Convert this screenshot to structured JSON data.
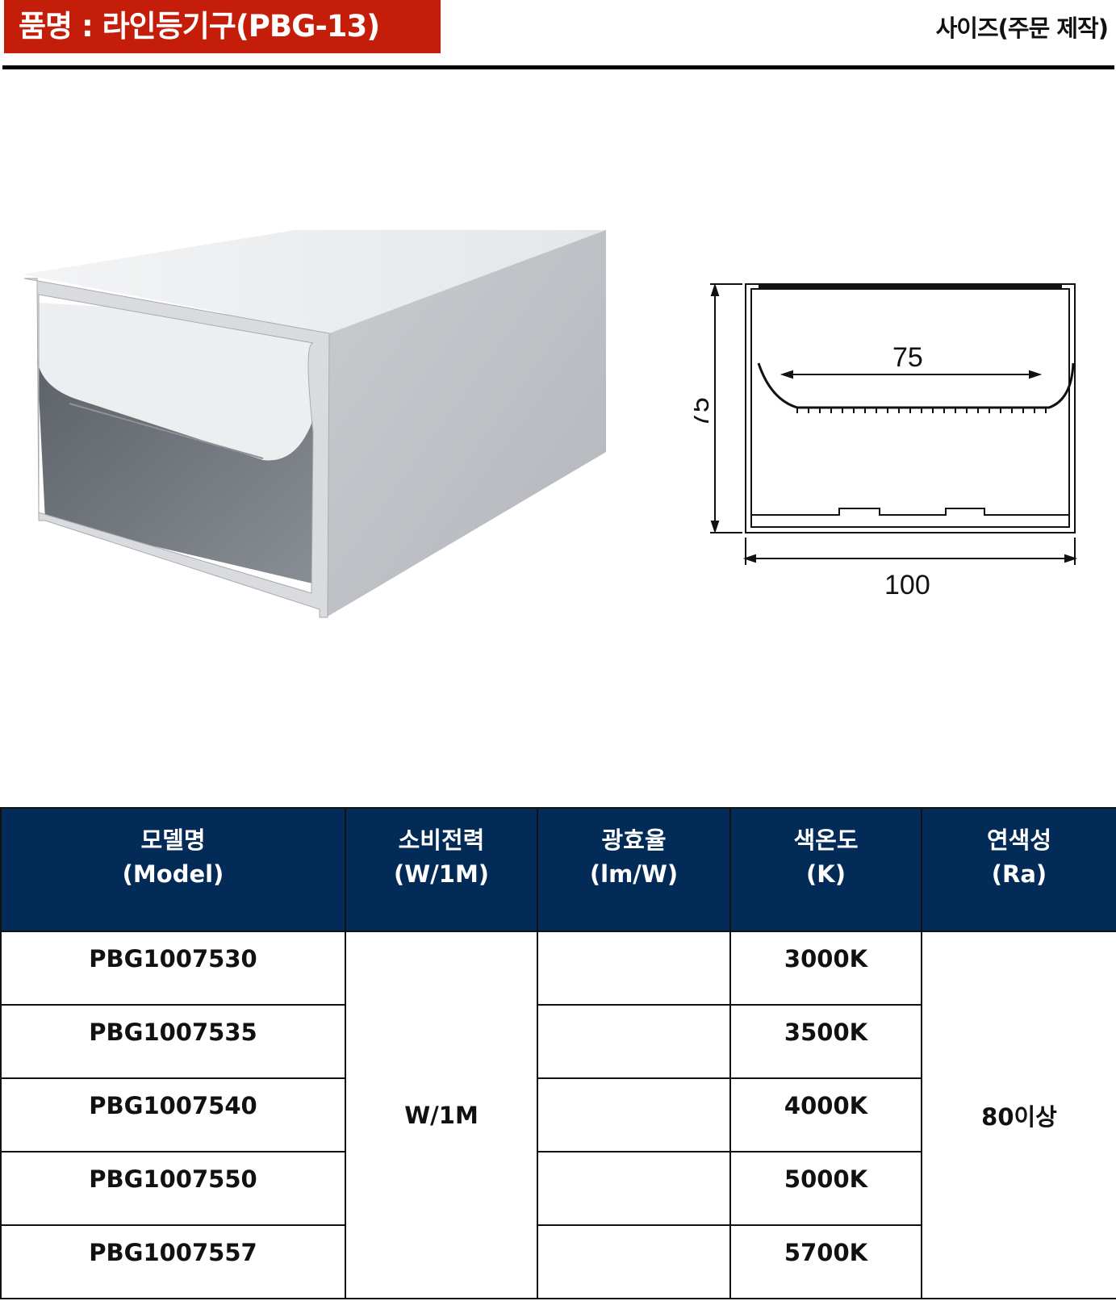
{
  "header": {
    "title": "품명 : 라인등기구(PBG-13)",
    "size_note": "사이즈(주문 제작)",
    "accent": "#c41e0a"
  },
  "drawing": {
    "height_label": "75",
    "inner_width_label": "75",
    "width_label": "100"
  },
  "table": {
    "header_color": "#032b57",
    "columns": [
      {
        "line1": "모델명",
        "line2": "(Model)"
      },
      {
        "line1": "소비전력",
        "line2": "(W/1M)"
      },
      {
        "line1": "광효율",
        "line2": "(lm/W)"
      },
      {
        "line1": "색온도",
        "line2": "(K)"
      },
      {
        "line1": "연색성",
        "line2": "(Ra)"
      }
    ],
    "power": "W/1M",
    "cri": "80이상",
    "rows": [
      {
        "model": "PBG1007530",
        "efficacy": "",
        "cct": "3000K"
      },
      {
        "model": "PBG1007535",
        "efficacy": "",
        "cct": "3500K"
      },
      {
        "model": "PBG1007540",
        "efficacy": "",
        "cct": "4000K"
      },
      {
        "model": "PBG1007550",
        "efficacy": "",
        "cct": "5000K"
      },
      {
        "model": "PBG1007557",
        "efficacy": "",
        "cct": "5700K"
      }
    ]
  }
}
